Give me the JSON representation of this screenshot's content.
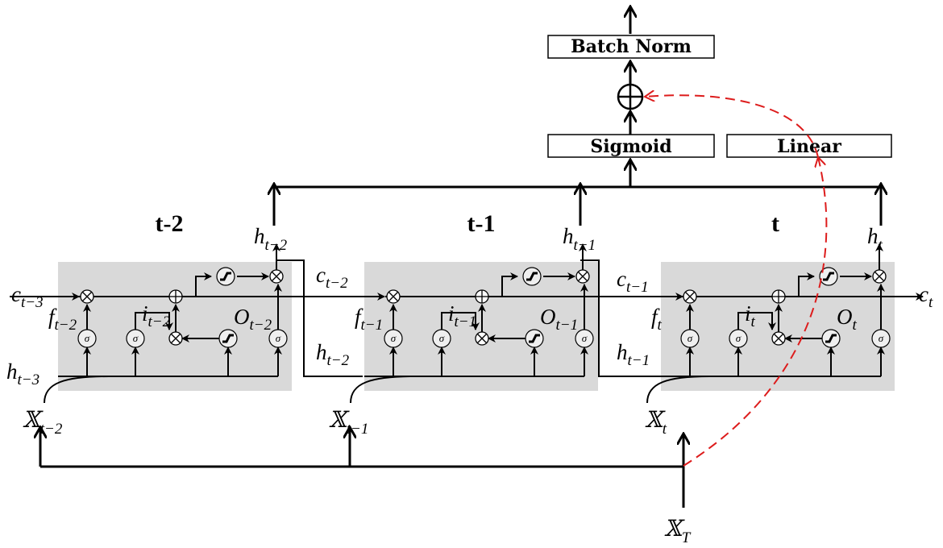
{
  "top_boxes": {
    "batch_norm": "Batch Norm",
    "sigmoid": "Sigmoid",
    "linear": "Linear"
  },
  "stages": [
    "t-2",
    "t-1",
    "t"
  ],
  "cells": [
    {
      "h_out": "h",
      "h_out_sub": "t−2",
      "f": "f",
      "f_sub": "t−2",
      "i": "i",
      "i_sub": "t−2",
      "o": "O",
      "o_sub": "t−2"
    },
    {
      "h_out": "h",
      "h_out_sub": "t−1",
      "f": "f",
      "f_sub": "t−1",
      "i": "i",
      "i_sub": "t−1",
      "o": "O",
      "o_sub": "t−1"
    },
    {
      "h_out": "h",
      "h_out_sub": "t",
      "f": "f",
      "f_sub": "t",
      "i": "i",
      "i_sub": "t",
      "o": "O",
      "o_sub": "t"
    }
  ],
  "states": {
    "c_in_0": "c",
    "c_in_0_sub": "t−3",
    "h_in_0": "h",
    "h_in_0_sub": "t−3",
    "c_in_1": "c",
    "c_in_1_sub": "t−2",
    "h_in_1": "h",
    "h_in_1_sub": "t−2",
    "c_in_2": "c",
    "c_in_2_sub": "t−1",
    "h_in_2": "h",
    "h_in_2_sub": "t−1",
    "c_out": "c",
    "c_out_sub": "t"
  },
  "inputs": [
    {
      "symbol": "𝕏",
      "sub": "t−2"
    },
    {
      "symbol": "𝕏",
      "sub": "t−1"
    },
    {
      "symbol": "𝕏",
      "sub": "t"
    },
    {
      "symbol": "𝕏",
      "sub": "T"
    }
  ],
  "gate_symbols": {
    "sigma": "σ",
    "multiply": "⊗",
    "add": "⊕"
  },
  "colors": {
    "cell_bg": "#d9d9d9",
    "line": "#000000",
    "skip_connection": "#dd1c1c"
  }
}
